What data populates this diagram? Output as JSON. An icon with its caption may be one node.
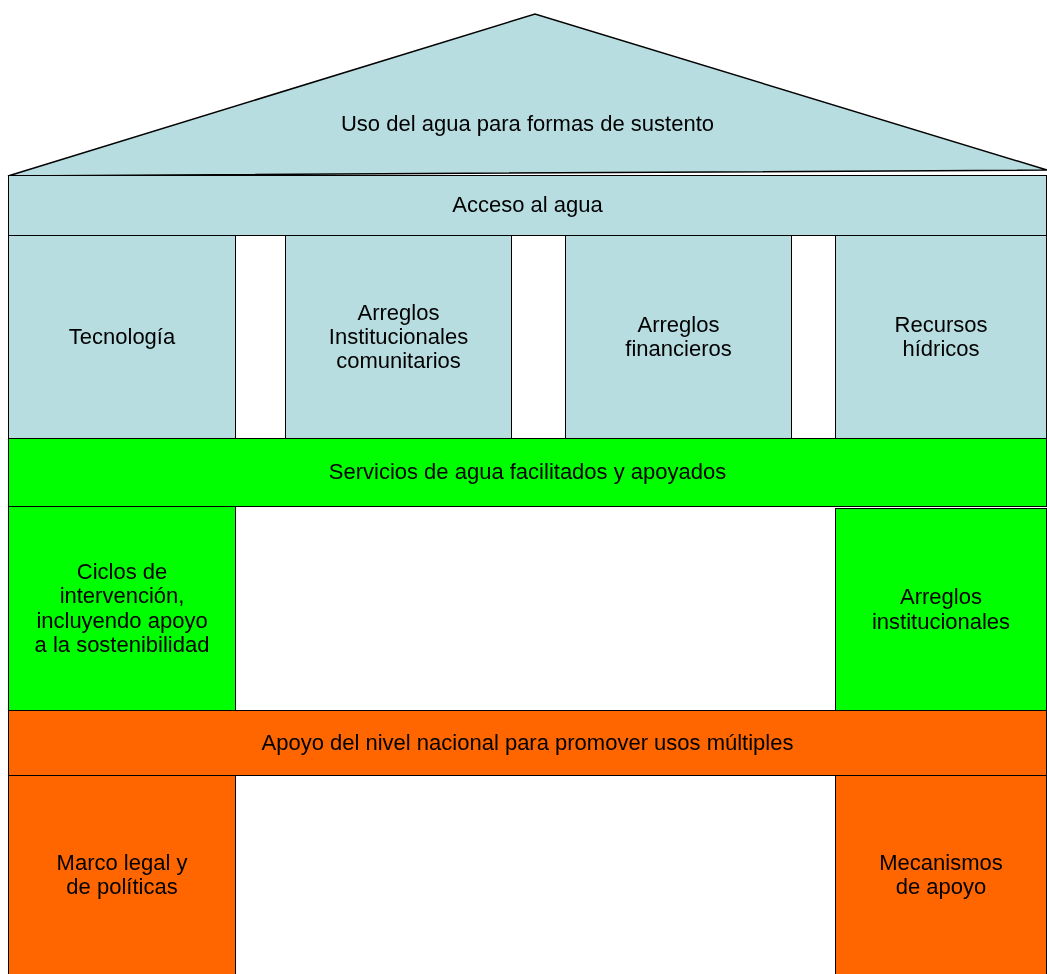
{
  "diagram": {
    "nodes": [
      {
        "text": [
          "Uso del agua para formas de sustento"
        ]
      },
      {
        "text": [
          "Acceso al agua"
        ]
      },
      {
        "text": [
          "Tecnología"
        ]
      },
      {
        "text": [
          "Arreglos Institucionales comunitarios"
        ]
      },
      {
        "text": [
          "Arreglos financieros"
        ]
      },
      {
        "text": [
          "Recursos hídricos"
        ]
      },
      {
        "text": [
          "Servicios de agua facilitados y apoyados"
        ]
      },
      {
        "text": [
          "Ciclos de intervención, incluyendo apoyo a la sostenibilidad"
        ]
      },
      {
        "text": [
          "Arreglos institucionales"
        ]
      },
      {
        "text": [
          "Apoyo del nivel nacional para promover usos múltiples"
        ]
      },
      {
        "text": [
          "Marco legal y de políticas"
        ]
      },
      {
        "text": [
          "Mecanismos de apoyo"
        ]
      }
    ]
  }
}
